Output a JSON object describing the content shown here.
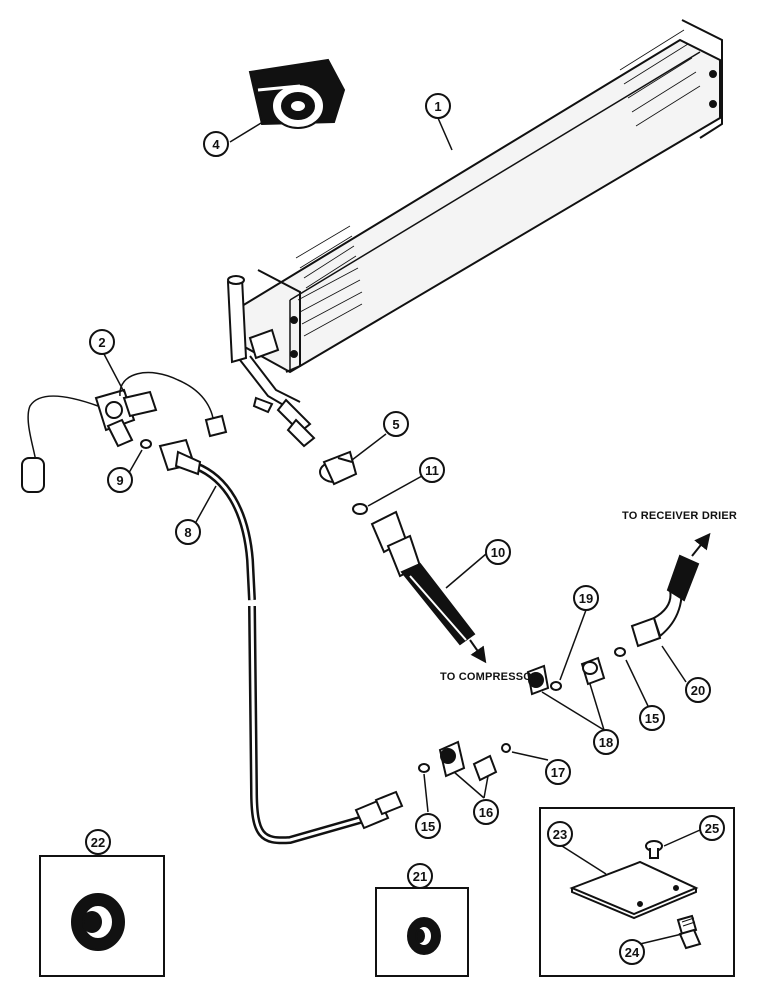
{
  "callouts": {
    "c1": "1",
    "c2": "2",
    "c4": "4",
    "c5": "5",
    "c8": "8",
    "c9": "9",
    "c10": "10",
    "c11": "11",
    "c15a": "15",
    "c15b": "15",
    "c16": "16",
    "c17": "17",
    "c18": "18",
    "c19": "19",
    "c20": "20",
    "c21": "21",
    "c22": "22",
    "c23": "23",
    "c24": "24",
    "c25": "25"
  },
  "notes": {
    "to_receiver_drier": "TO RECEIVER DRIER",
    "to_compressor": "TO COMPRESSOR"
  }
}
